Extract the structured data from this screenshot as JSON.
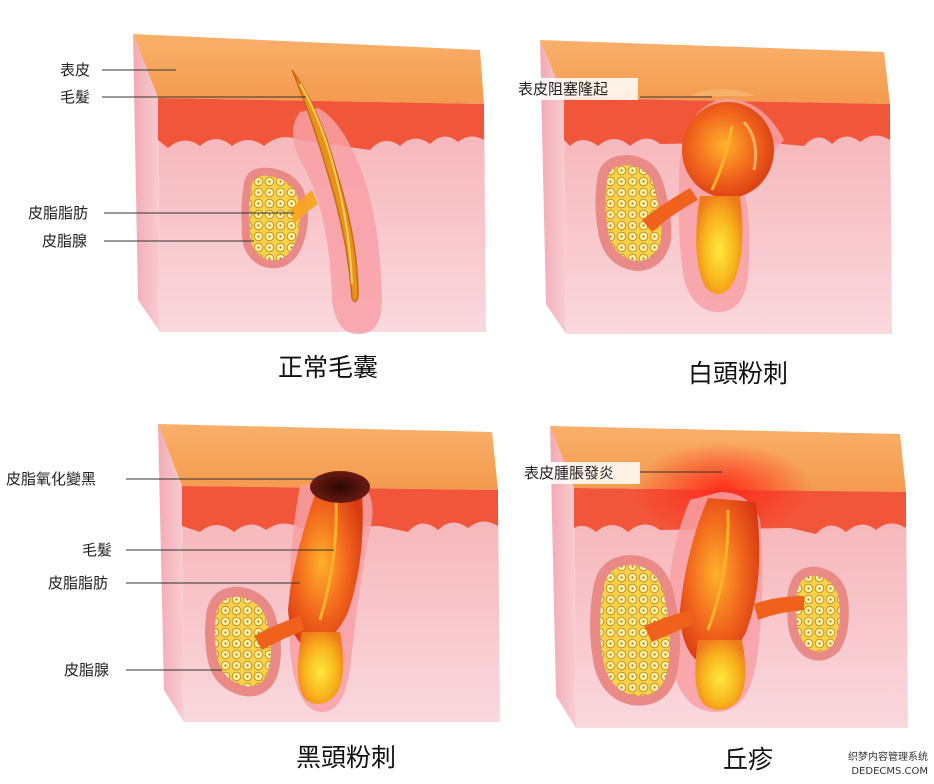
{
  "panels": {
    "normal": {
      "caption": "正常毛囊",
      "labels": {
        "epidermis": "表皮",
        "hair": "毛髮",
        "sebum": "皮脂脂肪",
        "gland": "皮脂腺"
      }
    },
    "whitehead": {
      "caption": "白頭粉刺",
      "labels": {
        "bump": "表皮阻塞隆起"
      }
    },
    "blackhead": {
      "caption": "黑頭粉刺",
      "labels": {
        "oxidized": "皮脂氧化變黑",
        "hair": "毛髮",
        "sebum": "皮脂脂肪",
        "gland": "皮脂腺"
      }
    },
    "papule": {
      "caption": "丘疹",
      "labels": {
        "swelling": "表皮腫脹發炎"
      }
    }
  },
  "watermark": {
    "line1": "织梦内容管理系统",
    "line2": "DEDECMS.COM"
  },
  "colors": {
    "epidermis": "#f7a45c",
    "dermis_top": "#f2563a",
    "dermis": "#f7c7cc",
    "follicle": "#f8a0a6",
    "sebum": "#f7c41f",
    "hair": "#e9921a",
    "plug_black": "#3b0f0a",
    "inflammation": "#ff2a1a"
  }
}
